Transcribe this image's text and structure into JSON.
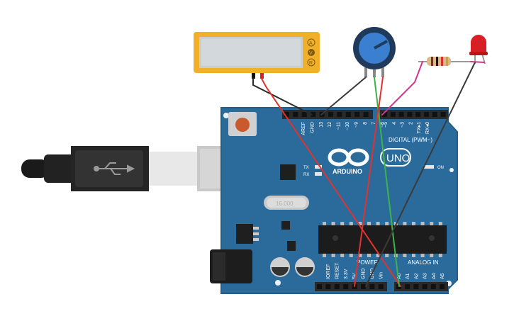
{
  "multimeter": {
    "terminal_labels": [
      "A",
      "V",
      "R"
    ],
    "body_color": "#f2b02a",
    "display_color": "#d3d8dc"
  },
  "arduino": {
    "logo_text": "ARDUINO",
    "model_text": "UNO",
    "board_color": "#2b6b9c",
    "digital_header_label": "DIGITAL (PWM~)",
    "digital_pin_labels": [
      "AREF",
      "GND",
      "13",
      "12",
      "~11",
      "~10",
      "~9",
      "8",
      "7",
      "~6",
      "~5",
      "4",
      "~3",
      "2",
      "TX▸1",
      "RX◂0"
    ],
    "tx_label": "TX",
    "rx_label": "RX",
    "on_label": "ON",
    "power_header_label": "POWER",
    "analog_header_label": "ANALOG IN",
    "power_pin_labels": [
      "IOREF",
      "RESET",
      "3.3V",
      "5V",
      "GND",
      "GND",
      "Vin"
    ],
    "analog_pin_labels": [
      "A0",
      "A1",
      "A2",
      "A3",
      "A4",
      "A5"
    ],
    "crystal_text": "16.000"
  },
  "wire_colors": {
    "black": "#2b2b2b",
    "red": "#e0332f",
    "green": "#3fb34a",
    "magenta": "#d6338c",
    "dark": "#3a3a3a"
  },
  "components": {
    "led_color": "#d81f26",
    "potentiometer_knob_color": "#3a7fd0",
    "resistor_body_color": "#d9b98a"
  }
}
